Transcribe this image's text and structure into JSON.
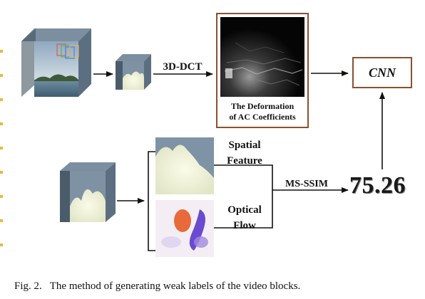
{
  "diagram": {
    "labels": {
      "dct": "3D-DCT",
      "deformation_line1": "The Deformation",
      "deformation_line2": "of AC Coefficients",
      "spatial_line1": "Spatial",
      "spatial_line2": "Feature",
      "optical_line1": "Optical",
      "optical_line2": "Flow",
      "msssim": "MS-SSIM",
      "cnn": "CNN",
      "score": "75.26"
    },
    "caption_prefix": "Fig. 2.",
    "caption_text": "The method of generating weak labels of the video blocks.",
    "colors": {
      "box_border": "#8a5030",
      "edge_marks": "#e9b93a"
    }
  }
}
